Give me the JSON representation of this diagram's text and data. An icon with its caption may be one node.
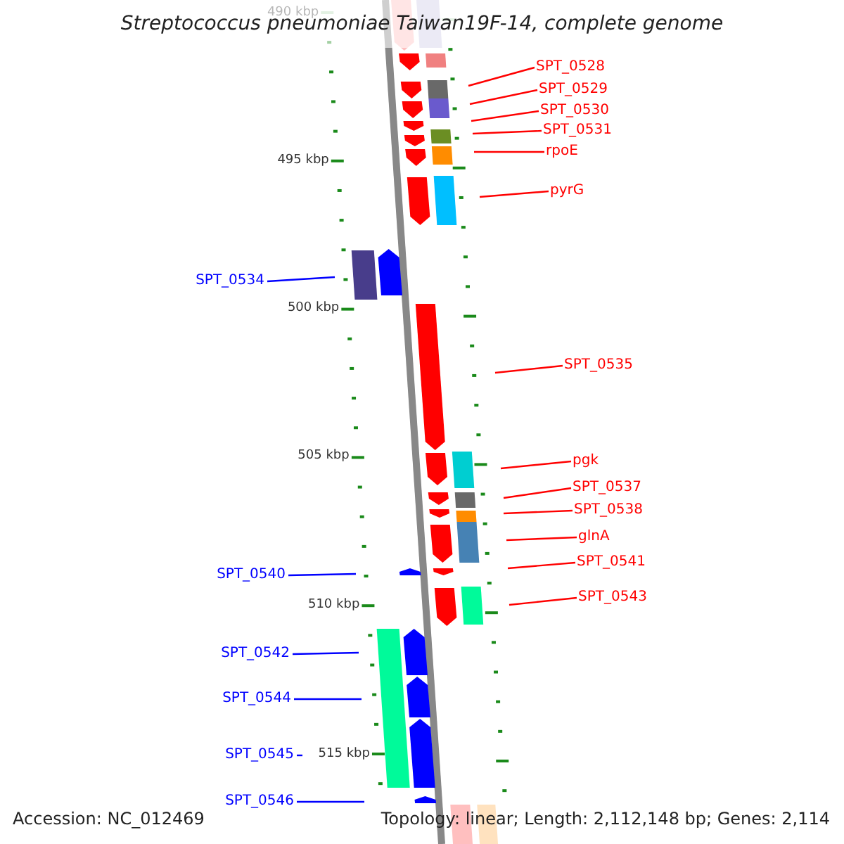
{
  "diagram": {
    "title": "Streptococcus pneumoniae Taiwan19F-14, complete genome",
    "nodes": [
      {
        "text": [
          "SPT_0528"
        ]
      },
      {
        "text": [
          "SPT_0529"
        ]
      },
      {
        "text": [
          "SPT_0530"
        ]
      },
      {
        "text": [
          "SPT_0531"
        ]
      },
      {
        "text": [
          "rpoE"
        ]
      },
      {
        "text": [
          "pyrG"
        ]
      },
      {
        "text": [
          "SPT_0534"
        ]
      },
      {
        "text": [
          "SPT_0535"
        ]
      },
      {
        "text": [
          "pgk"
        ]
      },
      {
        "text": [
          "SPT_0537"
        ]
      },
      {
        "text": [
          "SPT_0538"
        ]
      },
      {
        "text": [
          "glnA"
        ]
      },
      {
        "text": [
          "SPT_0540"
        ]
      },
      {
        "text": [
          "SPT_0541"
        ]
      },
      {
        "text": [
          "SPT_0543"
        ]
      },
      {
        "text": [
          "SPT_0542"
        ]
      },
      {
        "text": [
          "SPT_0544"
        ]
      },
      {
        "text": [
          "SPT_0545"
        ]
      },
      {
        "text": [
          "SPT_0546"
        ]
      }
    ],
    "edges": [
      {
        "from": 0,
        "to": null,
        "arrow": "none"
      },
      {
        "from": 1,
        "to": null,
        "arrow": "none"
      },
      {
        "from": 2,
        "to": null,
        "arrow": "none"
      },
      {
        "from": 3,
        "to": null,
        "arrow": "none"
      },
      {
        "from": 4,
        "to": null,
        "arrow": "none"
      },
      {
        "from": 5,
        "to": null,
        "arrow": "none"
      },
      {
        "from": 6,
        "to": null,
        "arrow": "none",
        "color": "#0000ff"
      },
      {
        "from": 7,
        "to": null,
        "arrow": "none"
      },
      {
        "from": 8,
        "to": null,
        "arrow": "none"
      },
      {
        "from": 9,
        "to": null,
        "arrow": "none"
      },
      {
        "from": 10,
        "to": null,
        "arrow": "none"
      },
      {
        "from": 11,
        "to": null,
        "arrow": "none"
      },
      {
        "from": 12,
        "to": null,
        "arrow": "none",
        "color": "#0000ff"
      },
      {
        "from": 13,
        "to": null,
        "arrow": "none"
      },
      {
        "from": 14,
        "to": null,
        "arrow": "none"
      },
      {
        "from": 15,
        "to": null,
        "arrow": "none",
        "color": "#0000ff"
      },
      {
        "from": 16,
        "to": null,
        "arrow": "none",
        "color": "#0000ff"
      },
      {
        "from": 17,
        "to": null,
        "arrow": "none",
        "color": "#0000ff"
      },
      {
        "from": 18,
        "to": null,
        "arrow": "none",
        "color": "#0000ff"
      }
    ],
    "labels": [
      "490 kbp",
      "495 kbp",
      "500 kbp",
      "505 kbp",
      "510 kbp",
      "515 kbp",
      "Accession: NC_012469",
      "Topology: linear; Length: 2,112,148 bp; Genes: 2,114"
    ]
  }
}
